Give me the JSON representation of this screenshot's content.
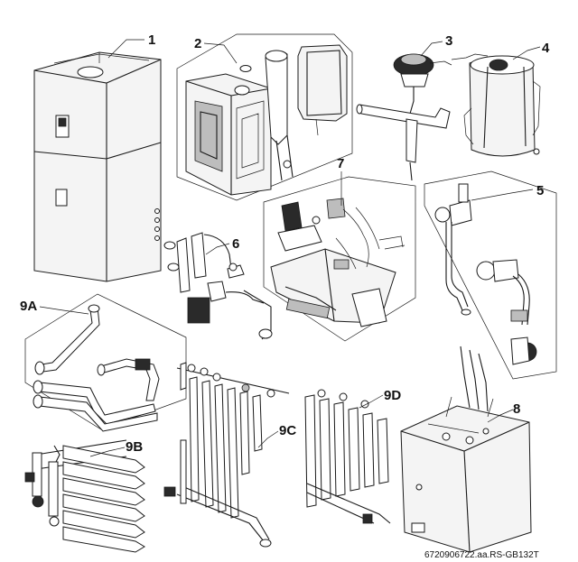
{
  "labels": {
    "l1": "1",
    "l2": "2",
    "l3": "3",
    "l4": "4",
    "l5": "5",
    "l6": "6",
    "l7": "7",
    "l8": "8",
    "l9A": "9A",
    "l9B": "9B",
    "l9C": "9C",
    "l9D": "9D"
  },
  "drawing_code": "6720906722.aa.RS-GB132T"
}
